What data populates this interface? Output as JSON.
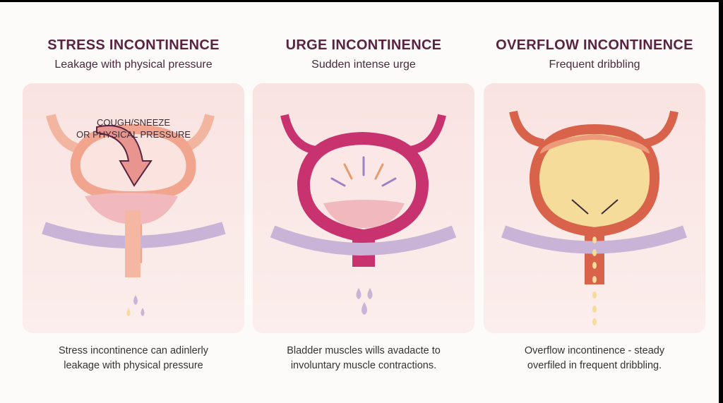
{
  "panels": [
    {
      "title": "STRESS INCONTINENCE",
      "subtitle": "Leakage with physical pressure",
      "annotation_line1": "COUGH/SNEEZE",
      "annotation_line2": "OR PHYSICAL PRESSURE",
      "caption_line1": "Stress incontinence can adinlerly",
      "caption_line2": "leakage with physical pressure"
    },
    {
      "title": "URGE INCONTINENCE",
      "subtitle": "Sudden intense urge",
      "caption_line1": "Bladder muscles wills avadacte to",
      "caption_line2": "involuntary muscle contractions."
    },
    {
      "title": "OVERFLOW INCONTINENCE",
      "subtitle": "Frequent dribbling",
      "caption_line1": "Overflow incontinence - steady",
      "caption_line2": "overfiled in frequent dribbling."
    }
  ],
  "colors": {
    "title": "#5a2340",
    "bladder_stress": "#f2a58e",
    "bladder_urge": "#c8326e",
    "bladder_overflow": "#d9624a",
    "muscle": "#c9b3d6",
    "urine_fill": "#f6dc9a"
  }
}
